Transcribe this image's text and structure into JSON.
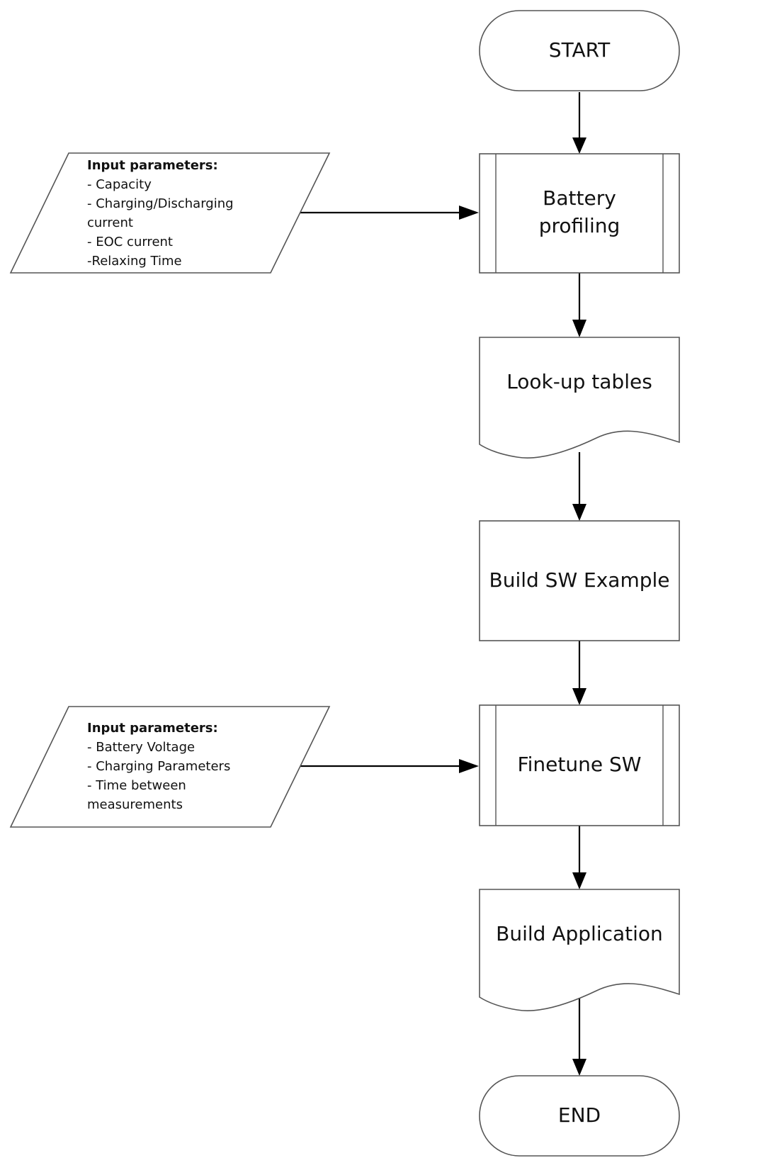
{
  "flowchart": {
    "start": {
      "label": "START"
    },
    "battery_profiling": {
      "lines": [
        "Battery",
        "profiling"
      ]
    },
    "lookup_tables": {
      "label": "Look-up tables"
    },
    "build_sw_example": {
      "label": "Build SW Example"
    },
    "finetune_sw": {
      "label": "Finetune SW"
    },
    "build_application": {
      "label": "Build Application"
    },
    "end": {
      "label": "END"
    },
    "input_1": {
      "title": "Input parameters:",
      "lines": [
        "- Capacity",
        "- Charging/Discharging",
        "current",
        "- EOC current",
        "-Relaxing Time"
      ]
    },
    "input_2": {
      "title": "Input parameters:",
      "lines": [
        "- Battery Voltage",
        "- Charging Parameters",
        "- Time between",
        "measurements"
      ]
    }
  }
}
